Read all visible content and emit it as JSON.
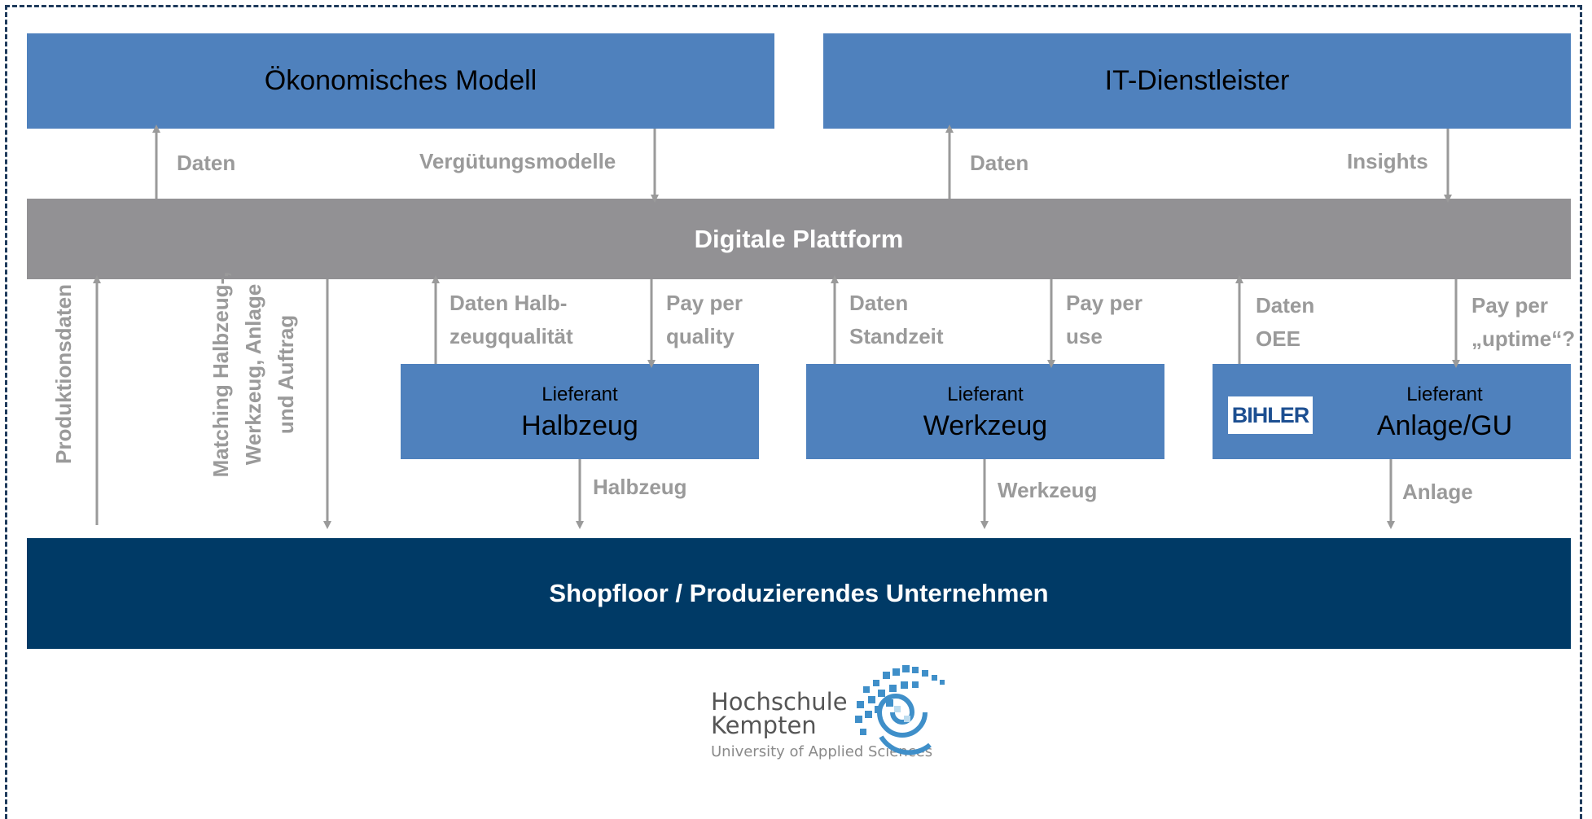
{
  "boxes": {
    "oekonomisches_modell": "Ökonomisches Modell",
    "it_dienstleister": "IT-Dienstleister",
    "digitale_plattform": "Digitale Plattform",
    "shopfloor": "Shopfloor / Produzierendes Unternehmen"
  },
  "suppliers": [
    {
      "role": "Lieferant",
      "name": "Halbzeug"
    },
    {
      "role": "Lieferant",
      "name": "Werkzeug"
    },
    {
      "role": "Lieferant",
      "name": "Anlage/GU"
    }
  ],
  "flows_top": {
    "daten_oek": "Daten",
    "verguetungsmodelle": "Vergütungsmodelle",
    "daten_it": "Daten",
    "insights": "Insights"
  },
  "flows_side": {
    "produktionsdaten": "Produktionsdaten",
    "matching_line1": "Matching Halbzeug-,",
    "matching_line2": "Werkzeug, Anlage",
    "matching_line3": "und Auftrag"
  },
  "flows_supplier": {
    "halbzeug_up_1": "Daten Halb-",
    "halbzeug_up_2": "zeugqualität",
    "halbzeug_down_1": "Pay per",
    "halbzeug_down_2": "quality",
    "werkzeug_up_1": "Daten",
    "werkzeug_up_2": "Standzeit",
    "werkzeug_down_1": "Pay per",
    "werkzeug_down_2": "use",
    "anlage_up_1": "Daten",
    "anlage_up_2": "OEE",
    "anlage_down_1": "Pay per",
    "anlage_down_2": "„uptime“?",
    "halbzeug_delivery": "Halbzeug",
    "werkzeug_delivery": "Werkzeug",
    "anlage_delivery": "Anlage"
  },
  "bihler_logo": "BIHLER",
  "hochschule_logo": {
    "line1": "Hochschule",
    "line2": "Kempten",
    "line3": "University of Applied Sciences"
  },
  "colors": {
    "box_blue": "#4f81bd",
    "platform_gray": "#929194",
    "shopfloor_navy": "#003a66",
    "arrow_gray": "#9a9a9a",
    "frame_navy": "#1f3b5c"
  }
}
